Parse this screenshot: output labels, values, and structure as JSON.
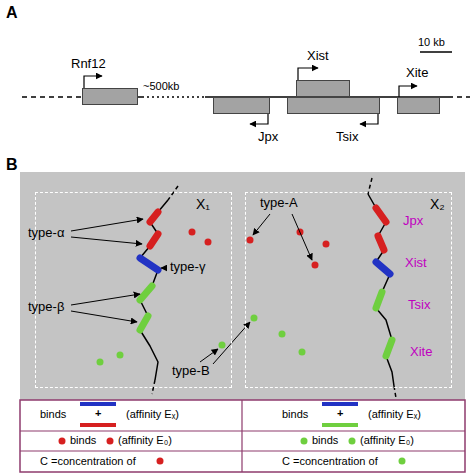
{
  "diagram": {
    "nodes": [
      {
        "text": [
          "Rnf12"
        ]
      },
      {
        "text": [
          "Xist"
        ]
      },
      {
        "text": [
          "Jpx"
        ]
      },
      {
        "text": [
          "Tsix"
        ]
      },
      {
        "text": [
          "Xite"
        ]
      },
      {
        "text": [
          "X₁"
        ]
      },
      {
        "text": [
          "X₂"
        ]
      }
    ],
    "labels": [
      "A",
      "10 kb",
      "~500kb",
      "B",
      "type-α",
      "type-A",
      "type-γ",
      "type-β",
      "type-B",
      "Jpx",
      "Xist",
      "Tsix",
      "Xite",
      "binds",
      "+",
      "(affinity Eₓ)",
      "binds",
      "+",
      "(affinity Eₓ)",
      "binds",
      "(affinity E₀)",
      "binds",
      "(affinity E₀)",
      "C =concentration of",
      "C =concentration of"
    ]
  }
}
